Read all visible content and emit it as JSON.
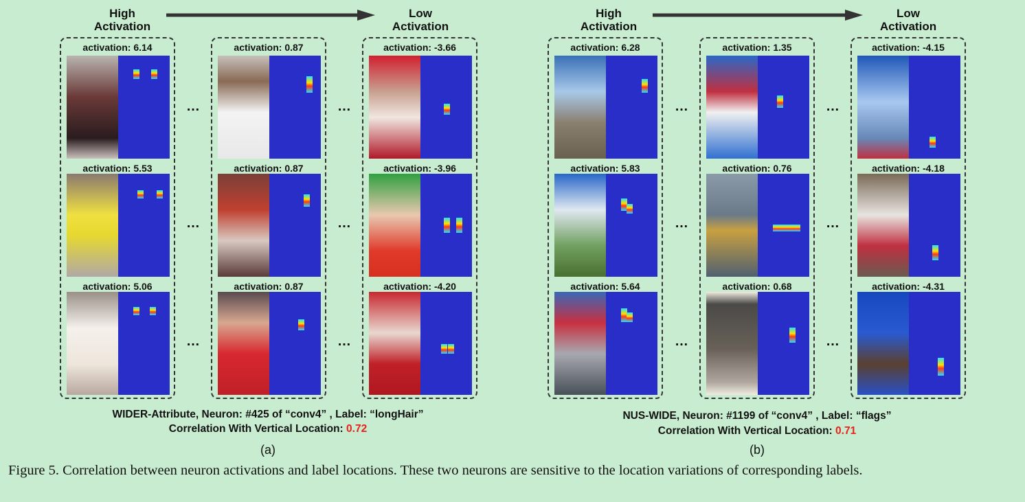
{
  "headers": {
    "high_line1": "High",
    "high_line2": "Activation",
    "low_line1": "Low",
    "low_line2": "Activation"
  },
  "panel_a": {
    "activations": [
      [
        "activation: 6.14",
        "activation: 0.87",
        "activation: -3.66"
      ],
      [
        "activation: 5.53",
        "activation: 0.87",
        "activation: -3.96"
      ],
      [
        "activation: 5.06",
        "activation: 0.87",
        "activation: -4.20"
      ]
    ],
    "caption_line1": "WIDER-Attribute, Neuron: #425 of  “conv4” , Label:  “longHair”",
    "caption_line2_prefix": "Correlation With Vertical Location: ",
    "correlation": "0.72",
    "sublabel": "(a)"
  },
  "panel_b": {
    "activations": [
      [
        "activation: 6.28",
        "activation: 1.35",
        "activation: -4.15"
      ],
      [
        "activation: 5.83",
        "activation: 0.76",
        "activation: -4.18"
      ],
      [
        "activation: 5.64",
        "activation: 0.68",
        "activation: -4.31"
      ]
    ],
    "caption_line1": "NUS-WIDE, Neuron: #1199 of  “conv4” , Label:  “flags”",
    "caption_line2_prefix": "Correlation With Vertical Location: ",
    "correlation": "0.71",
    "sublabel": "(b)"
  },
  "ellipsis": "…",
  "figure_caption": "Figure 5. Correlation between neuron activations and label locations. These two neurons are sensitive to the location variations of corresponding labels.",
  "colors": {
    "background": "#c8ecd0",
    "heatmap_base": "#2a2ec8",
    "correlation_highlight": "#e8201a"
  }
}
